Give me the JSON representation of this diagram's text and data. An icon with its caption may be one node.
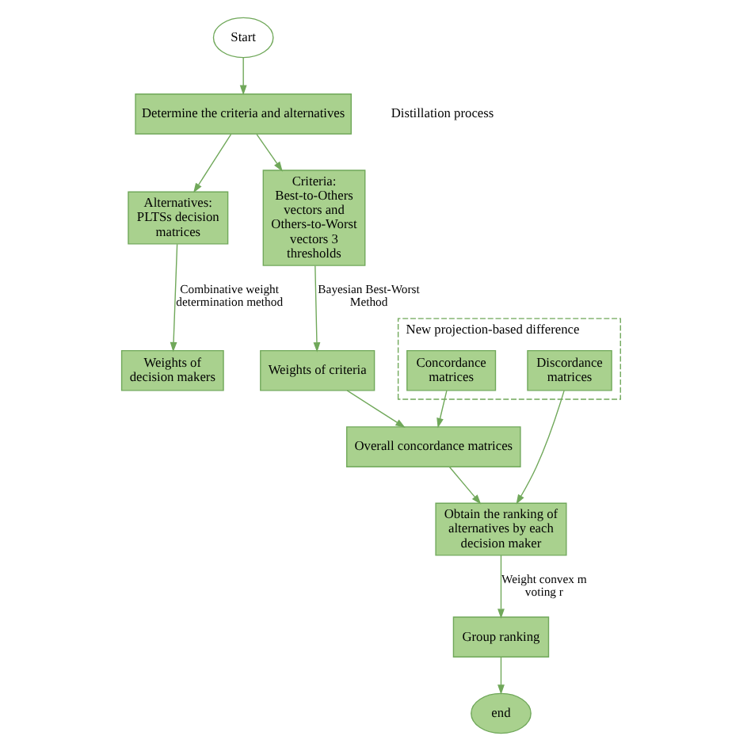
{
  "diagram": {
    "nodes": [
      {
        "text": [
          "Start"
        ]
      },
      {
        "text": [
          "Determine the criteria and alternatives"
        ]
      },
      {
        "text": [
          "Alternatives: PLTSs decision matrices"
        ]
      },
      {
        "text": [
          "Criteria: Best-to-Others vectors and Others-to-Worst vectors 3 thresholds"
        ]
      },
      {
        "text": [
          "Weights of decision makers"
        ]
      },
      {
        "text": [
          "Weights of criteria"
        ]
      },
      {
        "text": [
          "New projection-based difference"
        ]
      },
      {
        "text": [
          "Concordance matrices"
        ],
        "in": 6
      },
      {
        "text": [
          "Discordance matrices"
        ],
        "in": 6
      },
      {
        "text": [
          "Overall concordance matrices"
        ]
      },
      {
        "text": [
          "Obtain the ranking of alternatives by each decision maker"
        ]
      },
      {
        "text": [
          "Group ranking"
        ]
      },
      {
        "text": [
          "end"
        ]
      }
    ],
    "edges": [
      {
        "from": 0,
        "to": 1,
        "arrow": "to"
      },
      {
        "from": 1,
        "to": 2,
        "arrow": "to"
      },
      {
        "from": 1,
        "to": 3,
        "arrow": "to"
      },
      {
        "from": 2,
        "to": 4,
        "arrow": "to",
        "label": "Combinative weight determination method"
      },
      {
        "from": 3,
        "to": 5,
        "arrow": "to",
        "label": "Bayesian Best-Worst Method"
      },
      {
        "from": 5,
        "to": 9,
        "arrow": "to"
      },
      {
        "from": 7,
        "to": 9,
        "arrow": "to"
      },
      {
        "from": 8,
        "to": 10,
        "arrow": "to"
      },
      {
        "from": 9,
        "to": 10,
        "arrow": "to"
      },
      {
        "from": 10,
        "to": 11,
        "arrow": "to",
        "label": "Weight convex m voting r"
      },
      {
        "from": 11,
        "to": 12,
        "arrow": "to"
      }
    ],
    "labels": [
      "Distillation process"
    ]
  }
}
